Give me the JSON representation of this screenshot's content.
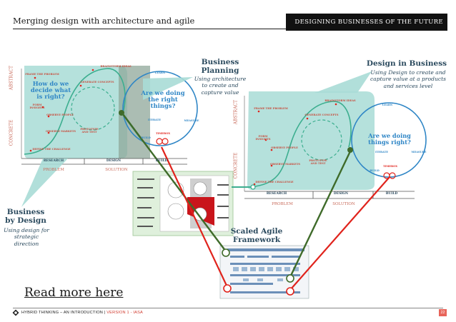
{
  "header": {
    "left_title": "Merging design with architecture and agile",
    "right_title": "DESIGNING BUSINESSES OF THE FUTURE"
  },
  "diagram_left": {
    "axis_abstract": "ABSTRACT",
    "axis_concrete": "CONCRETE",
    "phases": [
      "RESEARCH",
      "DESIGN",
      "BUILD"
    ],
    "problem": "PROBLEM",
    "solution": "SOLUTION",
    "question_1": "How do we decide what is right?",
    "question_2": "Are we doing the right things?",
    "steps": [
      "FRAME THE PROBLEM",
      "BRAINSTORM IDEAS",
      "GENERATE CONCEPTS",
      "FORM INSIGHTS",
      "OBSERVE PEOPLE",
      "OBSERVE MARKETS",
      "DEFINE THE CHALLENGE",
      "PROTOTYPE AND TEST",
      "LEARN",
      "ITERATE",
      "BUILD",
      "MEASURE",
      "TIMEBOX"
    ]
  },
  "diagram_right": {
    "axis_abstract": "ABSTRACT",
    "axis_concrete": "CONCRETE",
    "phases": [
      "RESEARCH",
      "DESIGN",
      "BUILD"
    ],
    "problem": "PROBLEM",
    "solution": "SOLUTION",
    "question_2": "Are we doing things right?",
    "steps": [
      "FRAME THE PROBLEM",
      "BRAINSTORM IDEAS",
      "GENERATE CONCEPTS",
      "FORM INSIGHTS",
      "OBSERVE PEOPLE",
      "OBSERVE MARKETS",
      "DEFINE THE CHALLENGE",
      "PROTOTYPE AND TEST",
      "LEARN",
      "ITERATE",
      "BUILD",
      "MEASURE",
      "TIMEBOX"
    ]
  },
  "callouts": {
    "business_planning_title": "Business Planning",
    "business_planning_sub": "Using architecture to create and capture value",
    "design_in_business_title": "Design in Business",
    "design_in_business_sub": "Using Design to create and capture value at a products and services level",
    "business_by_design_title": "Business by Design",
    "business_by_design_sub": "Using design for strategic direction",
    "scaled_agile_title": "Scaled Agile Framework"
  },
  "links": {
    "read_more": "Read more here"
  },
  "footer": {
    "text": "HYBRID THINKING – AN INTRODUCTION",
    "separator": "|",
    "version": "VERSION 1 - IASA",
    "page_number": "22"
  },
  "colors": {
    "teal_fill": "#a8dcd6",
    "blue_loop": "#2f86c6",
    "green_loop": "#3cae8f",
    "dark_green_line": "#3f6b2a",
    "red_line": "#e0231c",
    "text_navy": "#2b4a5e"
  }
}
